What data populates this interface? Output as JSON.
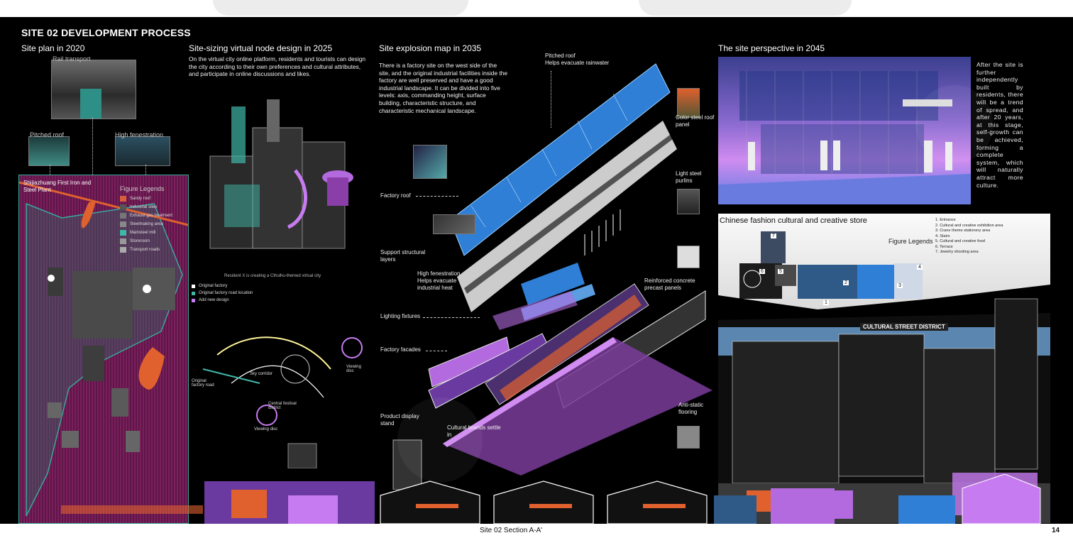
{
  "main_title": "SITE 02 DEVELOPMENT PROCESS",
  "site_plan": {
    "title": "Site plan in 2020",
    "photo_labels": [
      "Rail transport",
      "Pitched roof",
      "High fenestration"
    ],
    "plant_name": "Shijiazhuang First Iron and Steel Plant",
    "legend_title": "Figure Legends",
    "legend_items": [
      "Sandy roof",
      "Industrial sites",
      "Exhaust gas treatment",
      "Steelmaking area",
      "Mainsteel mill",
      "Storeroom",
      "Transport roads"
    ]
  },
  "virtual_node": {
    "title": "Site-sizing virtual node design in 2025",
    "description": "On the virtual city online platform, residents and tourists can design the city according to their own preferences and cultural attributes, and participate in online discussions and likes.",
    "caption": "Resident X is creating a Cthulhu-themed virtual city",
    "legend_items": [
      "Original factory",
      "Original factory road location",
      "Add new design"
    ],
    "map_labels": [
      "Original factory road",
      "Sky corridor",
      "Central festival district",
      "Viewing disc",
      "Viewing disc"
    ]
  },
  "explosion": {
    "title": "Site explosion map in 2035",
    "description": "There is a factory site on the west side of the site, and the original industrial facilities inside the factory are well preserved and have a good industrial landscape. It can be divided into five levels: axis, commanding height, surface building, characteristic structure, and characteristic mechanical landscape.",
    "labels": {
      "pitched_roof": "Pitched roof",
      "pitched_roof_sub": "Helps evacuate rainwater",
      "factory_roof": "Factory roof",
      "support": "Support structural layers",
      "high_fenestration": "High fenestration",
      "high_fenestration_sub": "Helps evacuate industrial heat",
      "lighting": "Lighting fixtures",
      "facades": "Factory facades",
      "product_display": "Product display stand",
      "cultural_brands": "Cultural brands settle in",
      "color_steel": "Color steel roof panel",
      "light_steel": "Light steel purlins",
      "reinforced": "Reinforced concrete precast panels",
      "anti_static": "Anti-static flooring"
    }
  },
  "perspective": {
    "title": "The site perspective in 2045",
    "description": "After the site is further independently built by residents, there will be a trend of spread, and after 20 years, at this stage, self-growth can be achieved, forming a complete system, which will naturally attract more culture."
  },
  "store": {
    "title": "Chinese fashion cultural and creative store",
    "legend_title": "Figure Legends",
    "legend_items": [
      "1. Entrance",
      "2. Cultural and creative exhibition area",
      "3. Crane theme stationery area",
      "4. Stairs",
      "5. Cultural and creative food",
      "6. Terrace",
      "7. Jewelry shooting area"
    ],
    "room_numbers": [
      "1",
      "2",
      "3",
      "4",
      "5",
      "6",
      "7"
    ],
    "sign_text": "CULTURAL STREET DISTRICT"
  },
  "footer": {
    "section_label": "Site 02 Section A-A'",
    "page_number": "14"
  },
  "colors": {
    "magenta": "#7a1f5c",
    "teal": "#3fb6a8",
    "violet": "#b36adf",
    "blue": "#2f7fd6",
    "orange": "#e0612e"
  }
}
